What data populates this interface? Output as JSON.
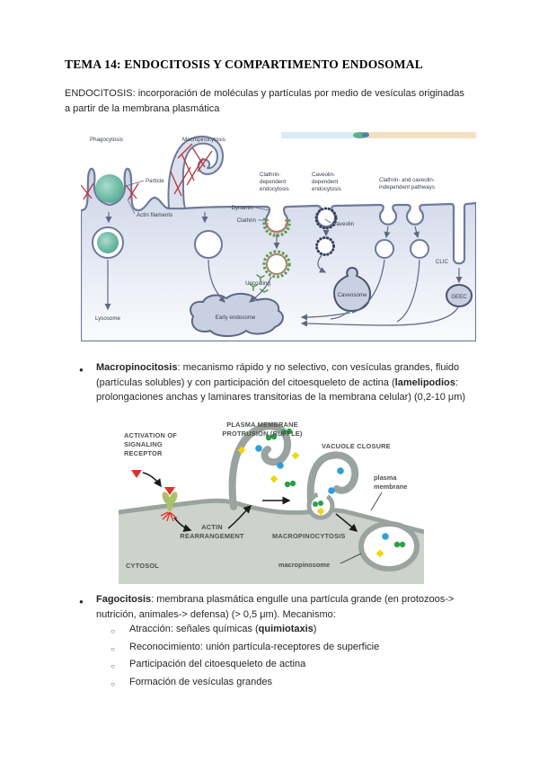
{
  "document": {
    "title": "TEMA 14: ENDOCITOSIS Y COMPARTIMENTO ENDOSOMAL",
    "intro_lines": [
      "ENDOCITOSIS: incorporación de moléculas y partículas por medio de vesículas originadas",
      "a partir de la membrana plasmática"
    ]
  },
  "bullet_macro": {
    "marker": "●",
    "l1_bold": "Macropinocitosis",
    "l1": ": mecanismo rápido y no selectivo, con vesículas grandes, fluido",
    "l2a": "(partículas solubles) y con participación del citoesqueleto de actina (",
    "l2_bold": "lamelipodios",
    "l2b": ":",
    "l3": "prolongaciones anchas y laminares transitorias de la membrana celular) (0,2-10 μm)"
  },
  "bullet_fago": {
    "marker": "●",
    "sub_marker": "○",
    "l1_bold": "Fagocitosis",
    "l1": ": membrana plasmática engulle una partícula grande (en protozoos->",
    "l2": "nutrición, animales-> defensa) (> 0,5 μm). Mecanismo:",
    "subs": [
      {
        "pre": "Atracción: señales químicas (",
        "bold": "quimiotaxis",
        "post": ")"
      },
      {
        "pre": "Reconocimiento: unión partícula-receptores de superficie",
        "bold": "",
        "post": ""
      },
      {
        "pre": "Participación del citoesqueleto de actina",
        "bold": "",
        "post": ""
      },
      {
        "pre": "Formación de vesículas grandes",
        "bold": "",
        "post": ""
      }
    ]
  },
  "figure1": {
    "phagocytosis": "Phagocytosis",
    "macropinocytosis": "Macropinocytosis",
    "particle": "Particle",
    "actin_filaments": "Actin filaments",
    "clathrin_dep": [
      "Clathrin-",
      "dependent",
      "endocytosis"
    ],
    "caveolin_dep": [
      "Caveolin-",
      "dependent",
      "endocytosis"
    ],
    "independent": [
      "Clathrin- and caveolin-",
      "independent pathways"
    ],
    "dynamin": "Dynamin",
    "clathrin": "Clathrin",
    "caveolin": "Caveolin",
    "uncoating": "Uncoating",
    "lysosome": "Lysosome",
    "early_endosome": "Early endosome",
    "caveosome": "Caveosome",
    "clic": "CLIC",
    "geec": "GEEC"
  },
  "figure2": {
    "activation": [
      "ACTIVATION OF",
      "SIGNALING",
      "RECEPTOR"
    ],
    "protrusion": [
      "PLASMA MEMBRANE",
      "PROTRUSION (RUFFLE)"
    ],
    "vacuole_closure": "VACUOLE CLOSURE",
    "plasma_membrane": [
      "plasma",
      "membrane"
    ],
    "actin_rearrangement": [
      "ACTIN",
      "REARRANGEMENT"
    ],
    "macropinocytosis": "MACROPINOCYTOSIS",
    "macropinosome": "macropinosome",
    "cytosol": "CYTOSOL"
  },
  "colors": {
    "particle_teal": "#4aa88e",
    "actin_red": "#b8383b",
    "clathrin_green": "#5e9c52",
    "adaptor_orange": "#d9893c",
    "membrane_slate": "#6e7a99",
    "cell_fill": "#d4daea",
    "endosome_fill": "#c9d0e2",
    "fig2_cytosol": "#cdd2cc",
    "fig2_membrane": "#9aa39e",
    "dot_green": "#2aa14b",
    "dot_blue": "#2d9fd8",
    "dot_yellow": "#f2d600",
    "signal_red": "#e23128",
    "receptor_green": "#a9c167"
  }
}
